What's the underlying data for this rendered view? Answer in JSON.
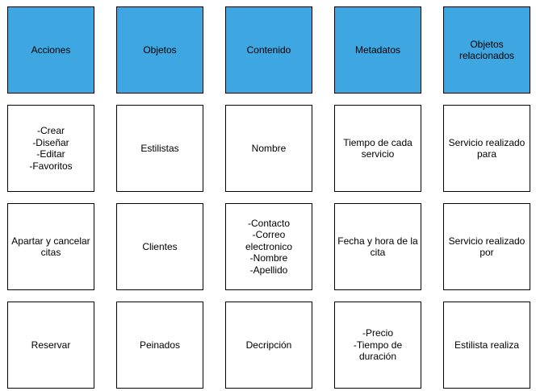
{
  "colors": {
    "header_fill": "#3ea6e0",
    "body_fill": "#ffffff",
    "border": "#000000"
  },
  "headers": [
    "Acciones",
    "Objetos",
    "Contenido",
    "Metadatos",
    "Objetos\nrelacionados"
  ],
  "rows": [
    [
      "-Crear\n-Diseñar\n-Editar\n-Favoritos",
      "Estilistas",
      "Nombre",
      "Tiempo de cada\nservicio",
      "Servicio realizado\npara"
    ],
    [
      "Apartar y cancelar\ncitas",
      "Clientes",
      "-Contacto\n-Correo\nelectronico\n-Nombre\n-Apellido",
      "Fecha y hora de la\ncita",
      "Servicio realizado\npor"
    ],
    [
      "Reservar",
      "Peinados",
      "Decripción",
      "-Precio\n-Tiempo de\nduración",
      "Estilista realiza"
    ]
  ]
}
